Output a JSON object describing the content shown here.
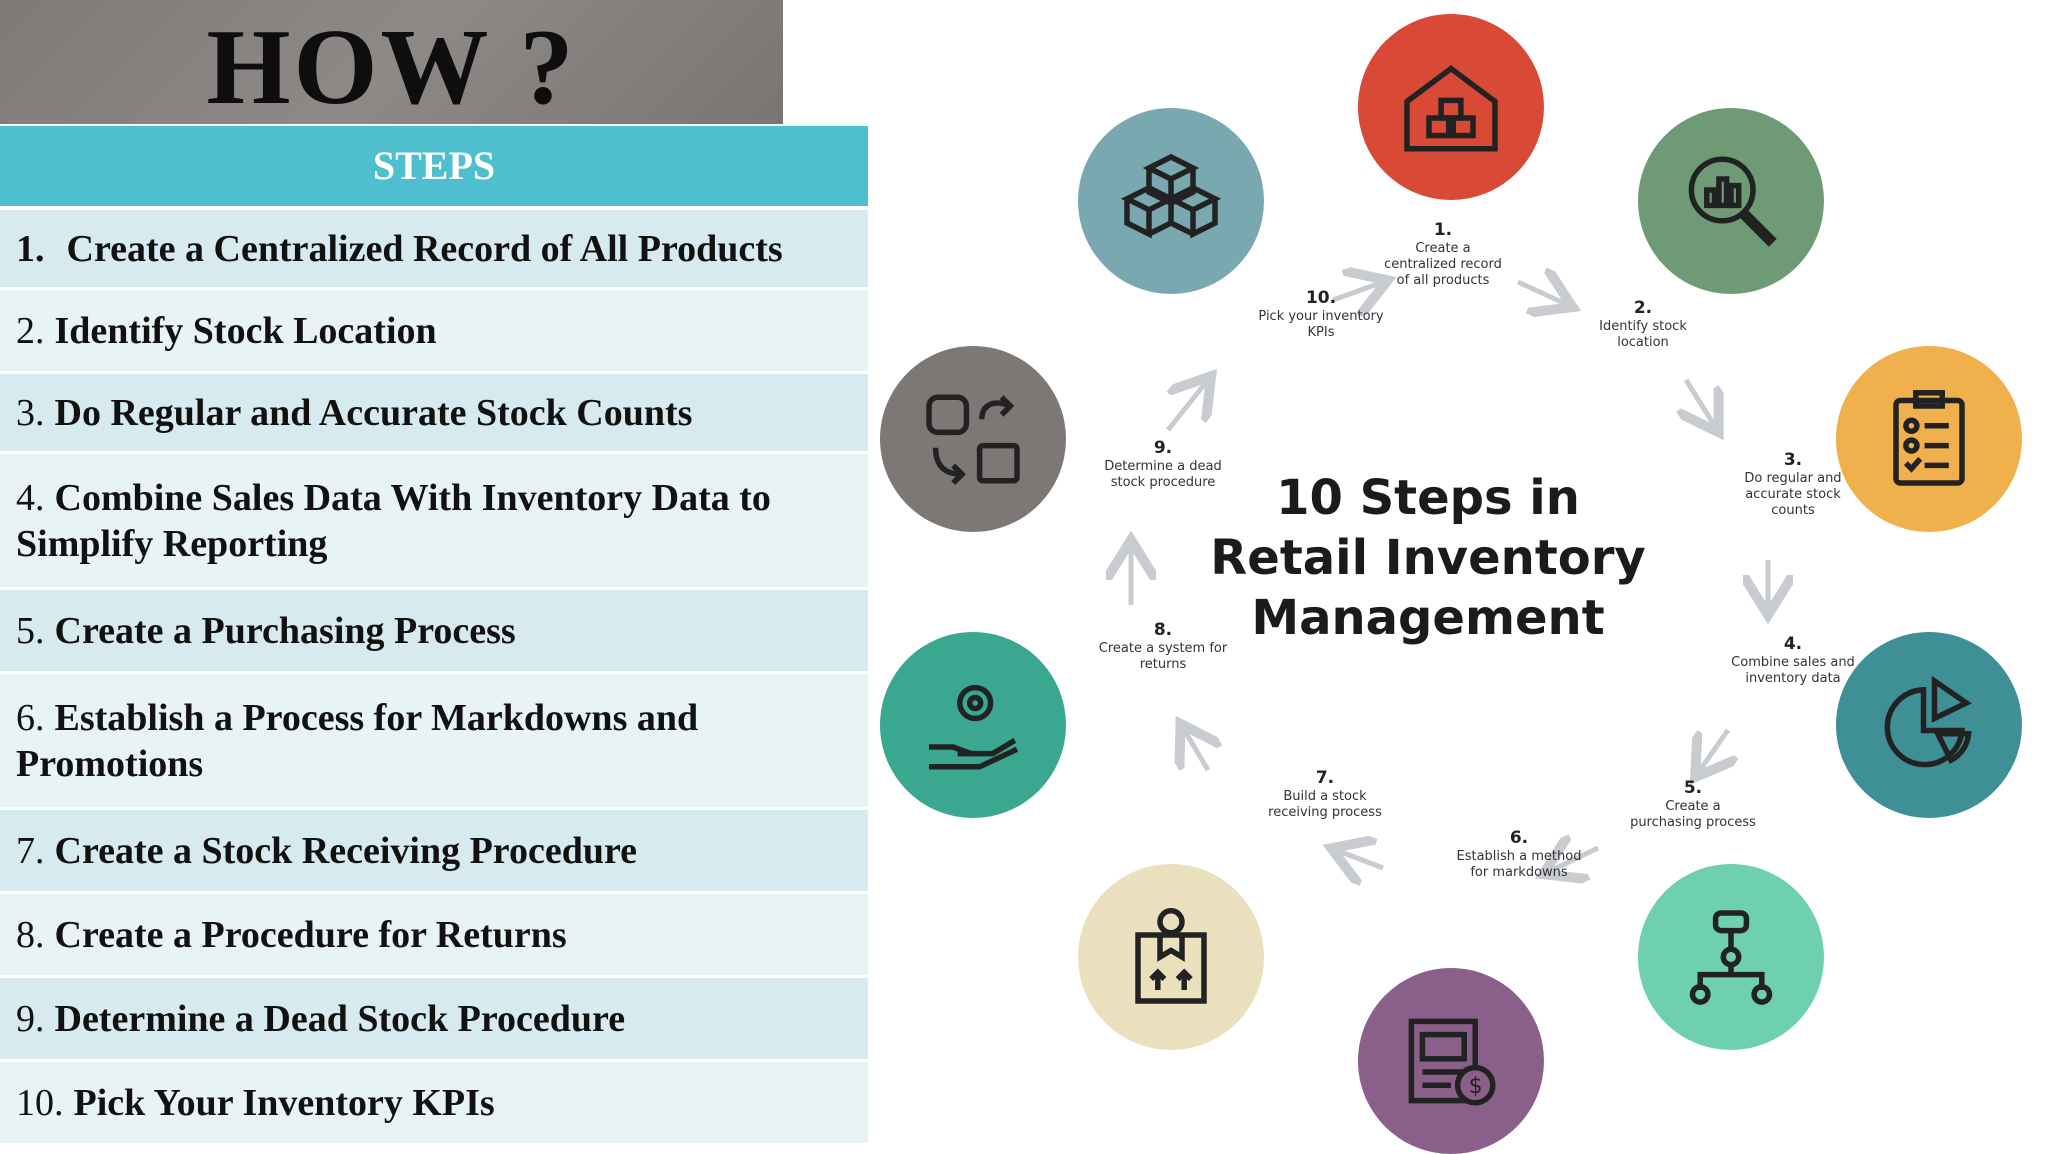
{
  "header": {
    "title": "HOW ?"
  },
  "steps": {
    "heading": "STEPS",
    "items": [
      {
        "num": "1.",
        "text": "Create a Centralized Record of All Products"
      },
      {
        "num": "2.",
        "text": "Identify Stock Location"
      },
      {
        "num": "3.",
        "text": "Do Regular and Accurate Stock Counts"
      },
      {
        "num": "4.",
        "text": "Combine Sales Data With Inventory Data to Simplify Reporting"
      },
      {
        "num": "5.",
        "text": "Create a Purchasing Process"
      },
      {
        "num": "6.",
        "text": "Establish a Process for Markdowns and Promotions"
      },
      {
        "num": "7.",
        "text": "Create a Stock Receiving Procedure"
      },
      {
        "num": "8.",
        "text": "Create a Procedure for Returns"
      },
      {
        "num": "9.",
        "text": "Determine a Dead Stock Procedure"
      },
      {
        "num": "10.",
        "text": "Pick Your Inventory KPIs"
      }
    ]
  },
  "diagram": {
    "title": "10 Steps in Retail Inventory Management",
    "labels": [
      {
        "num": "1.",
        "text": "Create a centralized record of all products"
      },
      {
        "num": "2.",
        "text": "Identify stock location"
      },
      {
        "num": "3.",
        "text": "Do regular and accurate stock counts"
      },
      {
        "num": "4.",
        "text": "Combine sales and inventory data"
      },
      {
        "num": "5.",
        "text": "Create a purchasing process"
      },
      {
        "num": "6.",
        "text": "Establish a method for markdowns"
      },
      {
        "num": "7.",
        "text": "Build a stock receiving process"
      },
      {
        "num": "8.",
        "text": "Create a system for returns"
      },
      {
        "num": "9.",
        "text": "Determine a dead stock procedure"
      },
      {
        "num": "10.",
        "text": "Pick your inventory KPIs"
      }
    ],
    "circles": [
      {
        "icon": "warehouse-icon",
        "color": "#d84a36"
      },
      {
        "icon": "analytics-search-icon",
        "color": "#6f9a76"
      },
      {
        "icon": "checklist-clipboard-icon",
        "color": "#f0b04c"
      },
      {
        "icon": "pie-chart-icon",
        "color": "#3f8f96"
      },
      {
        "icon": "flowchart-icon",
        "color": "#6fd0ad"
      },
      {
        "icon": "financial-report-icon",
        "color": "#8a5f8a"
      },
      {
        "icon": "package-receiving-icon",
        "color": "#ebe0bd"
      },
      {
        "icon": "gear-hand-icon",
        "color": "#3aa891"
      },
      {
        "icon": "swap-shapes-icon",
        "color": "#7d7776"
      },
      {
        "icon": "cubes-icon",
        "color": "#7aa8b0"
      }
    ]
  }
}
